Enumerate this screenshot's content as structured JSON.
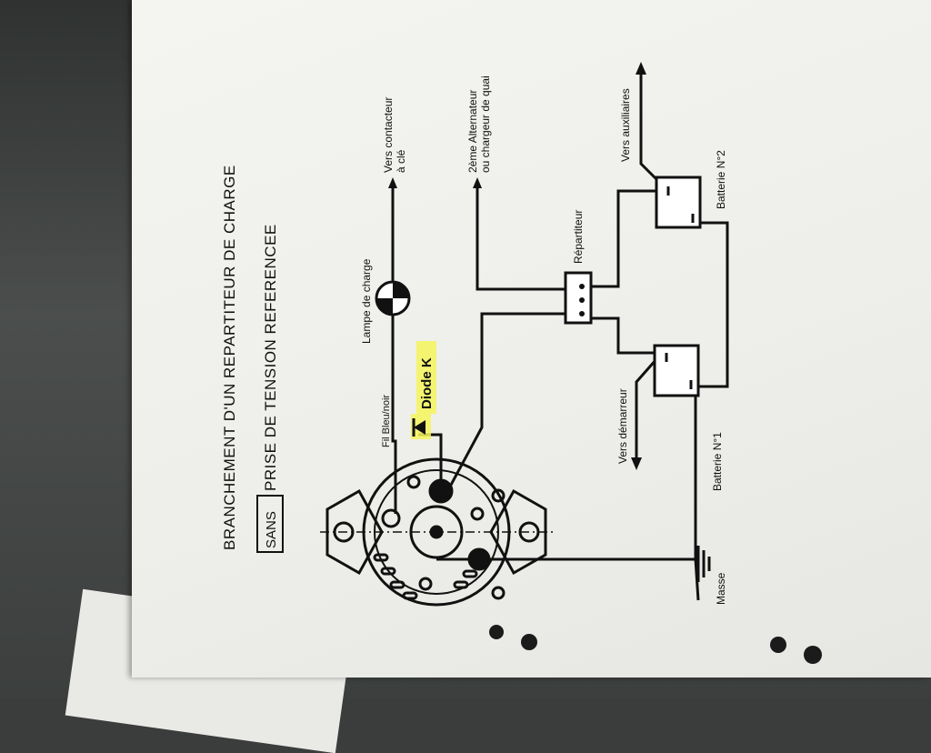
{
  "document": {
    "title": "BRANCHEMENT D'UN REPARTITEUR DE CHARGE",
    "sans_box": "SANS",
    "subtitle": "PRISE DE TENSION REFERENCEE"
  },
  "labels": {
    "fil_bleu": "Fil Bleu/noir",
    "diode": "Diode K",
    "lampe": "Lampe de charge",
    "contacteur_1": "Vers contacteur",
    "contacteur_2": "à clé",
    "alternateur_1": "2ème Alternateur",
    "alternateur_2": "ou chargeur de quai",
    "repartiteur": "Répartiteur",
    "auxiliaires": "Vers auxiliaires",
    "batterie2": "Batterie N°2",
    "batterie1": "Batterie N°1",
    "demarreur": "Vers démarreur",
    "masse": "Masse"
  },
  "colors": {
    "ink": "#111111",
    "highlight": "#f4f55a",
    "paper": "#f1f1ee"
  }
}
